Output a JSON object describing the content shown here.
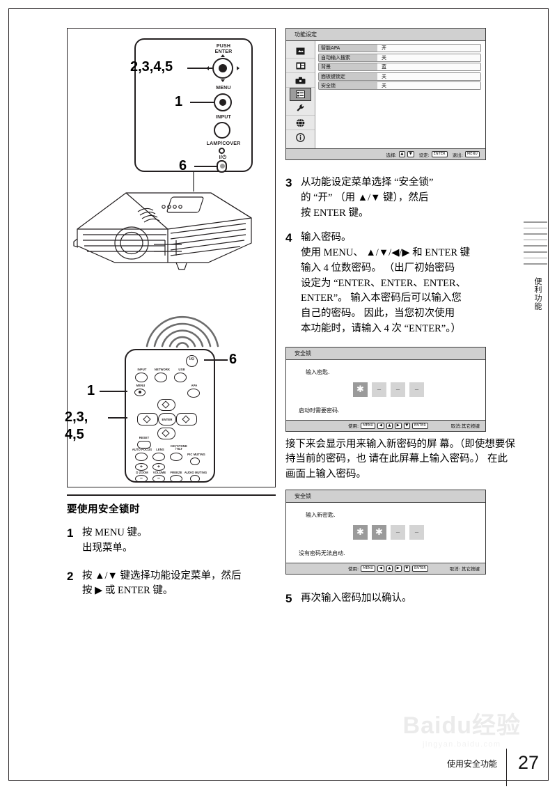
{
  "page": {
    "footer_label": "使用安全功能",
    "page_number": "27",
    "side_tab": "便利功能",
    "watermark_main": "Baidu经验",
    "watermark_sub": "jingyan.baidu.com"
  },
  "left_column": {
    "control_panel": {
      "callouts": [
        {
          "id": "enter",
          "number": "2,3,4,5",
          "label": "PUSH\nENTER"
        },
        {
          "id": "menu",
          "number": "1",
          "label": "MENU"
        },
        {
          "id": "input",
          "number": "",
          "label": "INPUT"
        },
        {
          "id": "lamp",
          "number": "",
          "label": "LAMP/COVER"
        },
        {
          "id": "power",
          "number": "6",
          "label": "I/⏻"
        }
      ]
    },
    "remote": {
      "callouts": [
        {
          "id": "power",
          "number": "6"
        },
        {
          "id": "menu",
          "number": "1"
        },
        {
          "id": "dpad",
          "number": "2,3,\n4,5"
        }
      ],
      "buttons": [
        "INPUT",
        "NETWORK",
        "USB",
        "MENU",
        "APA",
        "ENTER",
        "RESET",
        "AUTO FOCUS",
        "LENS",
        "KEYSTONE\n/TILT",
        "D ZOOM",
        "VOLUME",
        "FREEZE",
        "PIC MUTING",
        "AUDIO MUTING"
      ]
    },
    "section_heading": "要使用安全锁时",
    "steps": [
      {
        "number": "1",
        "lines": [
          "按 MENU 键。",
          "出现菜单。"
        ]
      },
      {
        "number": "2",
        "lines": [
          "按 ▲/▼ 键选择功能设定菜单，然后",
          "按 ▶ 或 ENTER 键。"
        ]
      }
    ]
  },
  "right_column": {
    "osd_menu": {
      "title": "功能设定",
      "rows": [
        {
          "name": "智能APA",
          "value": "开"
        },
        {
          "name": "自动输入搜索",
          "value": "关"
        },
        {
          "name": "背景",
          "value": "蓝"
        },
        {
          "name": "面板键锁定",
          "value": "关"
        },
        {
          "name": "安全锁",
          "value": "关"
        }
      ],
      "icons": [
        "picture-icon",
        "screen-icon",
        "setup-icon",
        "function-icon",
        "installation-icon",
        "network-icon",
        "information-icon"
      ],
      "selected_icon_index": 3,
      "footer": {
        "select_label": "选择:",
        "set_label": "设定:",
        "set_key": "ENTER",
        "exit_label": "退出:",
        "exit_key": "MENU"
      }
    },
    "steps": [
      {
        "number": "3",
        "lines": [
          "从功能设定菜单选择 “安全锁”",
          "的 “开”     （用 ▲/▼ 键），然后",
          "按 ENTER 键。"
        ]
      },
      {
        "number": "4",
        "lines": [
          "输入密码。"
        ],
        "detail": [
          "使用 MENU、 ▲/▼/◀/▶ 和 ENTER 键",
          "输入 4 位数密码。 （出厂初始密码",
          "设定为 “ENTER、ENTER、ENTER、",
          "ENTER”。 输入本密码后可以输入您",
          "自己的密码。 因此，当您初次使用",
          "本功能时，请输入 4 次 “ENTER”。）"
        ]
      },
      {
        "number": "5",
        "lines": [
          "再次输入密码加以确认。"
        ]
      }
    ],
    "dialog_1": {
      "title": "安全锁",
      "prompt": "输入密匙.",
      "note": "启动时需要密码.",
      "slots": [
        "filled",
        "empty",
        "empty",
        "empty"
      ],
      "footer": {
        "use_label": "使用:",
        "menu_key": "MENU",
        "enter_key": "ENTER",
        "cancel_label": "取消:其它按键"
      }
    },
    "middle_paragraph": [
      "接下来会显示用来输入新密码的屏",
      "幕。（即使想要保持当前的密码，也",
      "请在此屏幕上输入密码。）",
      "在此画面上输入密码。"
    ],
    "dialog_2": {
      "title": "安全锁",
      "prompt": "输入新密匙.",
      "note": "没有密码无法启动.",
      "slots": [
        "filled",
        "filled",
        "empty",
        "empty"
      ],
      "footer": {
        "use_label": "使用:",
        "menu_key": "MENU",
        "enter_key": "ENTER",
        "cancel_label": "取消: 其它按键"
      }
    }
  },
  "colors": {
    "ink": "#231f20",
    "osd_bg": "#d9d9d9",
    "slot_empty": "#d4d4d4",
    "slot_filled": "#9a9a9a"
  }
}
